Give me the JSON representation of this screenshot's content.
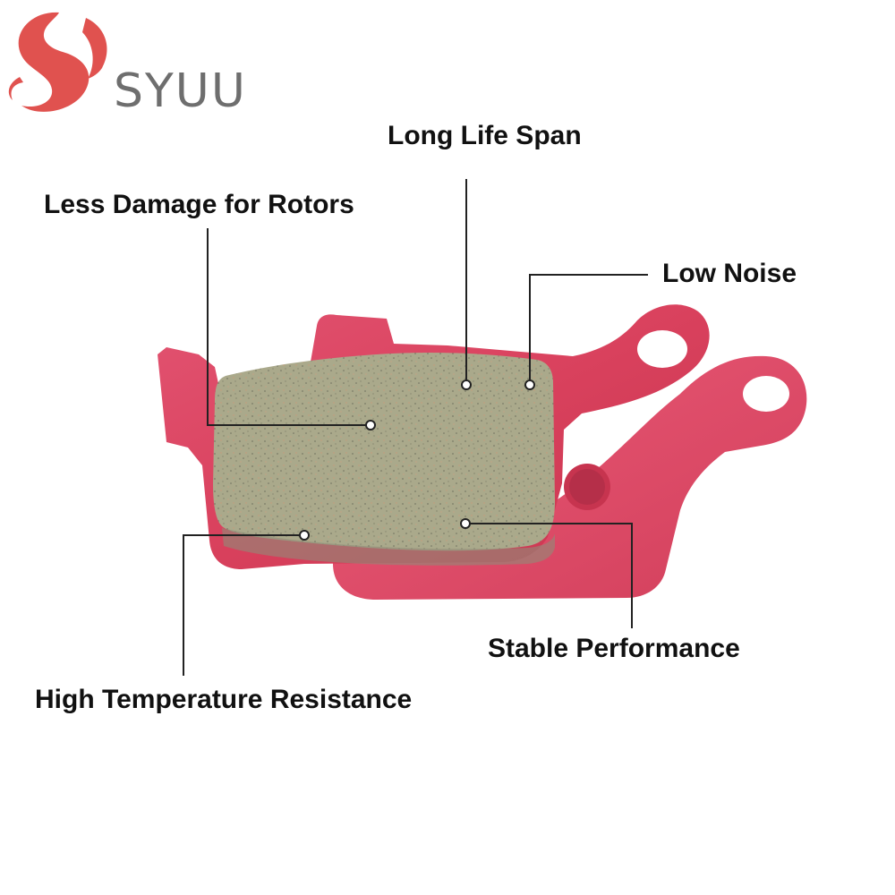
{
  "brand": {
    "name": "SYUU",
    "logo_icon": "swirl-logo-icon",
    "colors": {
      "logo_red": "#e0524f",
      "logo_gray": "#6e6e6e"
    }
  },
  "product": {
    "icon": "brake-pad-illustration",
    "colors": {
      "backing_plate": "#d9415d",
      "backing_plate_shadow": "#b82e47",
      "friction_pad": "#a9a98a"
    }
  },
  "callouts": [
    {
      "id": "long-life",
      "label": "Long Life Span"
    },
    {
      "id": "less-damage",
      "label": "Less Damage for Rotors"
    },
    {
      "id": "low-noise",
      "label": "Low Noise"
    },
    {
      "id": "stable",
      "label": "Stable Performance"
    },
    {
      "id": "high-temp",
      "label": "High Temperature Resistance"
    }
  ]
}
